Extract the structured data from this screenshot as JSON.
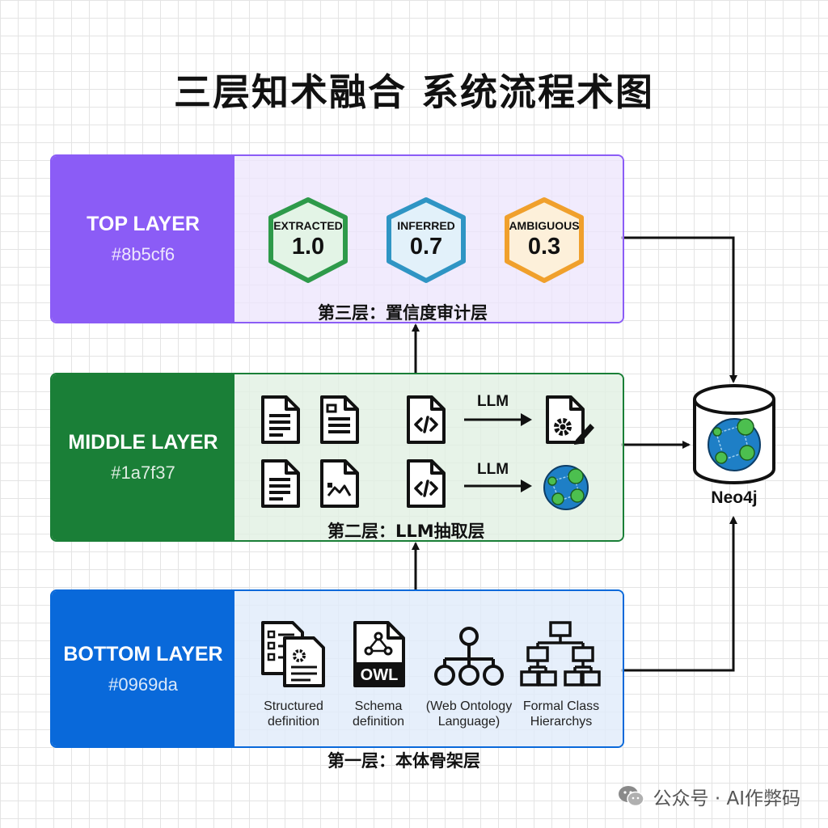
{
  "title": "三层知术融合 系统流程术图",
  "layers": {
    "top": {
      "name": "TOP LAYER",
      "hex": "#8b5cf6",
      "caption": "第三层：置信度审计层",
      "badges": [
        {
          "label": "EXTRACTED",
          "value": "1.0",
          "color": "#2e9a4a",
          "fill": "#e3f4e6"
        },
        {
          "label": "INFERRED",
          "value": "0.7",
          "color": "#2f95c4",
          "fill": "#e2f1fa"
        },
        {
          "label": "AMBIGUOUS",
          "value": "0.3",
          "color": "#f0a02c",
          "fill": "#fdf0da"
        }
      ]
    },
    "middle": {
      "name": "MIDDLE LAYER",
      "hex": "#1a7f37",
      "caption": "第二层：LLM抽取层",
      "arrow_labels": [
        "LLM",
        "LLM"
      ]
    },
    "bottom": {
      "name": "BOTTOM LAYER",
      "hex": "#0969da",
      "caption": "第一层：本体骨架层",
      "items": [
        {
          "line1": "Structured",
          "line2": "definition"
        },
        {
          "line1": "Schema",
          "line2": "definition"
        },
        {
          "line1": "(Web Ontology",
          "line2": "Language)"
        },
        {
          "line1": "Formal Class",
          "line2": "Hierarchys"
        }
      ],
      "owl_text": "OWL"
    }
  },
  "database": {
    "label": "Neo4j"
  },
  "watermark": "公众号 · AI作弊码",
  "colors": {
    "purple": "#8b5cf6",
    "green": "#1a7f37",
    "blue": "#0969da"
  }
}
